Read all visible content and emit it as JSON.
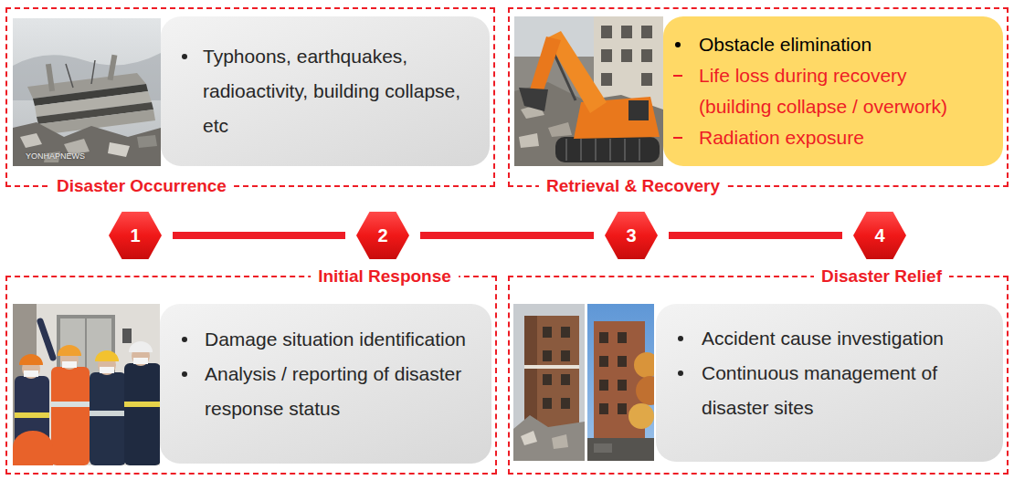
{
  "diagram": {
    "nodes": [
      {
        "text": [
          "Disaster Occurrence"
        ]
      },
      {
        "text": [
          "Typhoons, earthquakes, radioactivity, building collapse, etc"
        ],
        "in": 0
      },
      {
        "text": [
          "Retrieval & Recovery"
        ]
      },
      {
        "text": [
          "Obstacle elimination",
          "Life loss during recovery (building collapse / overwork)",
          "Radiation exposure"
        ],
        "in": 2
      },
      {
        "text": [
          "1"
        ]
      },
      {
        "text": [
          "2"
        ]
      },
      {
        "text": [
          "3"
        ]
      },
      {
        "text": [
          "4"
        ]
      },
      {
        "text": [
          "Initial Response"
        ]
      },
      {
        "text": [
          "Damage situation identification",
          "Analysis / reporting of disaster response status"
        ],
        "in": 8
      },
      {
        "text": [
          "Disaster Relief"
        ]
      },
      {
        "text": [
          "Accident cause investigation",
          "Continuous management of disaster sites"
        ],
        "in": 10
      }
    ],
    "edges": [
      {
        "from": 4,
        "to": 5,
        "arrow": "none"
      },
      {
        "from": 5,
        "to": 6,
        "arrow": "none"
      },
      {
        "from": 6,
        "to": 7,
        "arrow": "none"
      }
    ],
    "labels": [
      "YONHAPNEWS"
    ]
  }
}
